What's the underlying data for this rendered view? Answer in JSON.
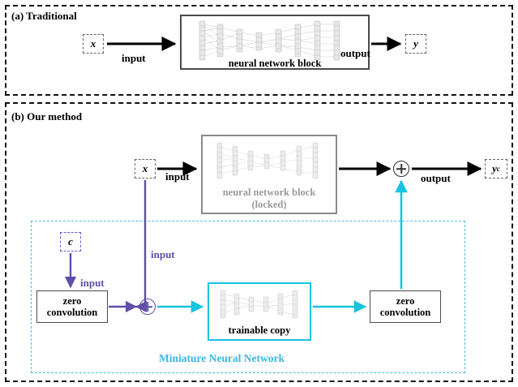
{
  "figure": {
    "panels": [
      {
        "id": "traditional",
        "title": "(a) Traditional",
        "input_var": "x",
        "input_label": "input",
        "block_label": "neural network block",
        "output_label": "output",
        "output_var": "y"
      },
      {
        "id": "our-method",
        "title": "(b) Our method",
        "input_var": "x",
        "input_label": "input",
        "block_label_line1": "neural network block",
        "block_label_line2": "(locked)",
        "output_label": "output",
        "output_var_base": "y",
        "output_var_sub": "c",
        "condition_var": "c",
        "condition_input_label": "input",
        "x_input_label": "input",
        "zero_conv_left_line1": "zero",
        "zero_conv_left_line2": "convolution",
        "zero_conv_right_line1": "zero",
        "zero_conv_right_line2": "convolution",
        "trainable_copy_label": "trainable copy",
        "region_label": "Miniature Neural Network"
      }
    ]
  },
  "colors": {
    "cyan": "#18c3e0",
    "cyan_light": "#4ab9e8",
    "purple": "#5f4fa8",
    "gray": "#8a8a8a",
    "black": "#000000"
  },
  "icons": {
    "plus_top": "plus-circle-icon",
    "plus_bottom": "plus-circle-icon"
  }
}
